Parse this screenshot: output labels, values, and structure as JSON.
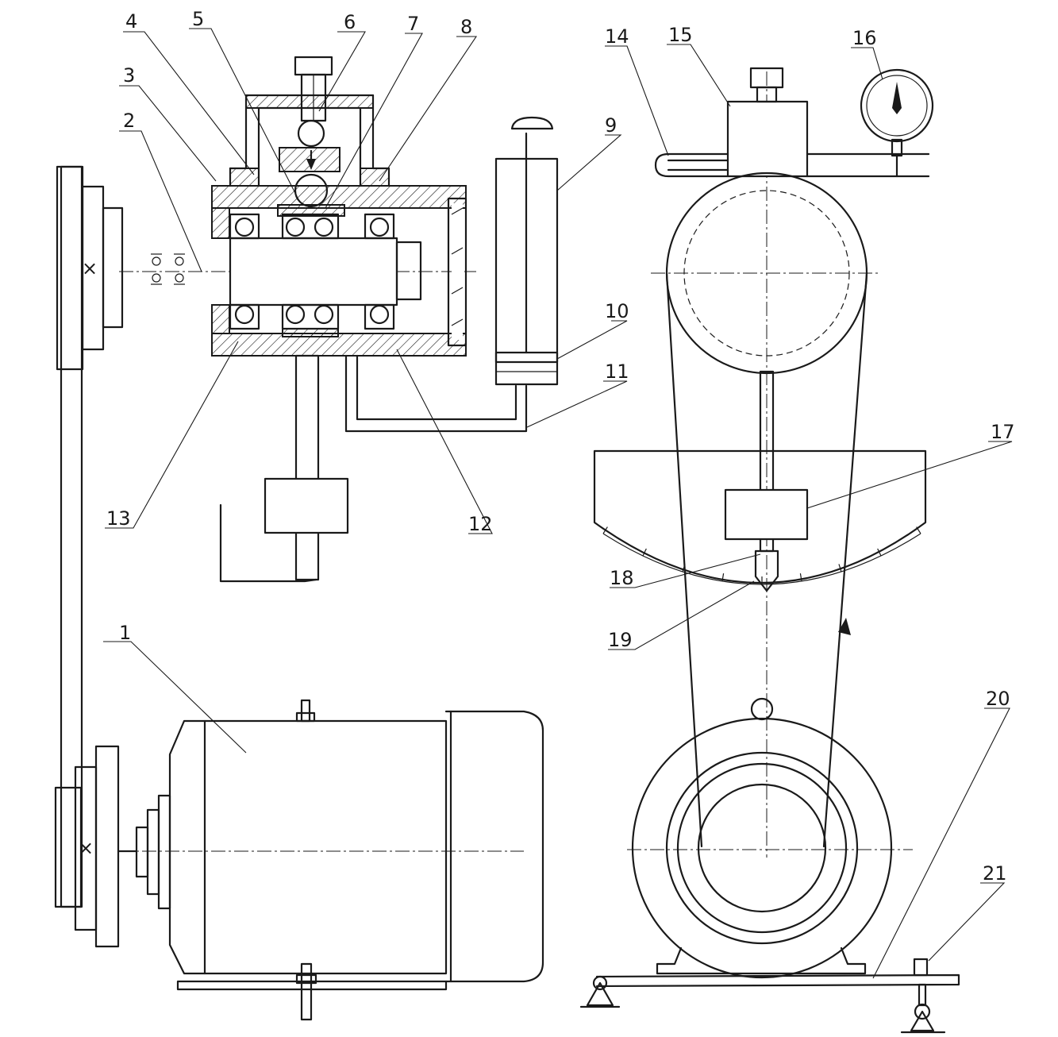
{
  "labels": {
    "l1": "1",
    "l2": "2",
    "l3": "3",
    "l4": "4",
    "l5": "5",
    "l6": "6",
    "l7": "7",
    "l8": "8",
    "l9": "9",
    "l10": "10",
    "l11": "11",
    "l12": "12",
    "l13": "13",
    "l14": "14",
    "l15": "15",
    "l16": "16",
    "l17": "17",
    "l18": "18",
    "l19": "19",
    "l20": "20",
    "l21": "21"
  },
  "marks": {
    "x_top": "×",
    "x_bottom": "×"
  },
  "colors": {
    "ink": "#1a1a1a",
    "paper": "#ffffff"
  }
}
